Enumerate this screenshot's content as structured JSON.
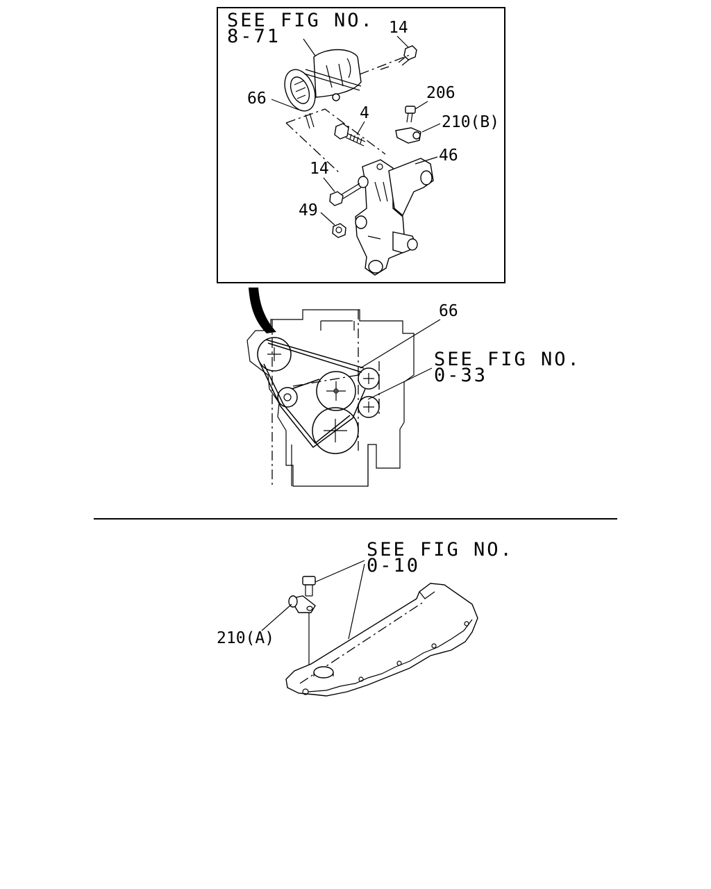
{
  "upper_inset": {
    "ref_line1": "SEE FIG NO.",
    "ref_line2": "8-71",
    "callouts": {
      "bolt_top": "14",
      "belt": "66",
      "bolt_long": "4",
      "bolt_small": "206",
      "clip": "210(B)",
      "bracket": "46",
      "bolt_side": "14",
      "nut": "49"
    }
  },
  "engine_view": {
    "belt_label": "66",
    "ref_line1": "SEE FIG NO.",
    "ref_line2": "0-33"
  },
  "lower_section": {
    "ref_line1": "SEE FIG NO.",
    "ref_line2": "0-10",
    "clip_label": "210(A)"
  }
}
